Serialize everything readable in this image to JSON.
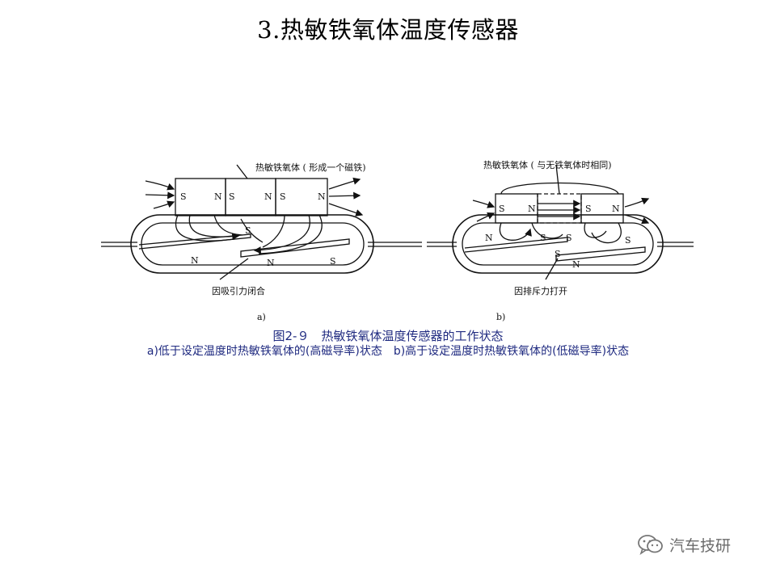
{
  "title": "3.热敏铁氧体温度传感器",
  "figure": {
    "a": {
      "top_label": "热敏铁氧体 ( 形成一个磁铁)",
      "bottom_label": "因吸引力闭合",
      "sublabel": "a)",
      "magnet_poles": [
        "S",
        "N",
        "S",
        "N",
        "S",
        "N"
      ],
      "tube_poles": [
        "S",
        "N",
        "N",
        "S"
      ]
    },
    "b": {
      "top_label": "热敏铁氧体 ( 与无铁氧体时相同)",
      "bottom_label": "因排斥力打开",
      "sublabel": "b)",
      "magnet_poles": [
        "S",
        "N",
        "S",
        "N"
      ],
      "tube_poles": [
        "N",
        "S",
        "S",
        "S",
        "S",
        "N"
      ]
    }
  },
  "caption": {
    "main": "图2-９　热敏铁氧体温度传感器的工作状态",
    "sub": "a)低于设定温度时热敏铁氧体的(高磁导率)状态　b)高于设定温度时热敏铁氧体的(低磁导率)状态"
  },
  "watermark": {
    "icon": "wechat-icon",
    "text": "汽车技研"
  }
}
